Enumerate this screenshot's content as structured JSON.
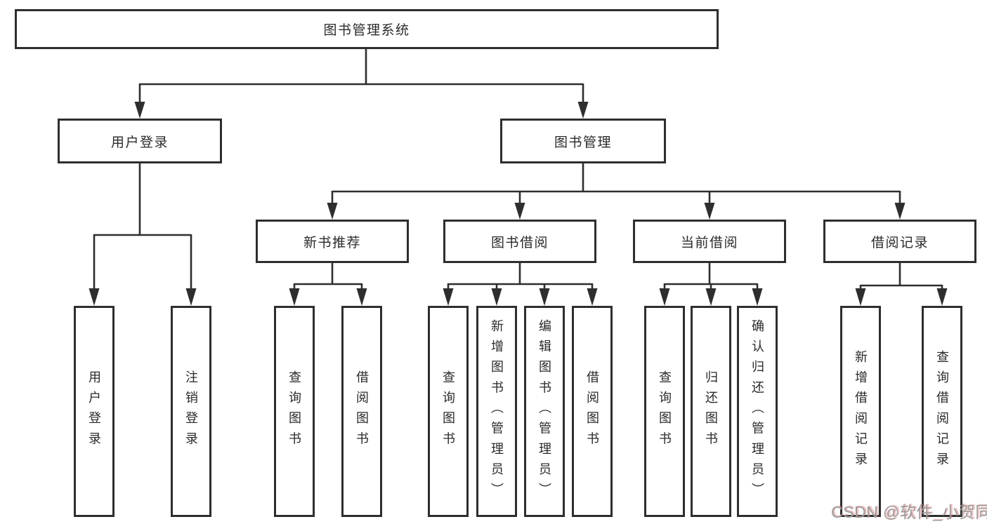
{
  "tree": {
    "root": {
      "label": "图书管理系统"
    },
    "branches": [
      {
        "label": "用户登录",
        "children": [
          {
            "label": "用户登录"
          },
          {
            "label": "注销登录"
          }
        ]
      },
      {
        "label": "图书管理",
        "children": [
          {
            "label": "新书推荐",
            "children": [
              {
                "label": "查询图书"
              },
              {
                "label": "借阅图书"
              }
            ]
          },
          {
            "label": "图书借阅",
            "children": [
              {
                "label": "查询图书"
              },
              {
                "label": "新增图书（管理员）"
              },
              {
                "label": "编辑图书（管理员）"
              },
              {
                "label": "借阅图书"
              }
            ]
          },
          {
            "label": "当前借阅",
            "children": [
              {
                "label": "查询图书"
              },
              {
                "label": "归还图书"
              },
              {
                "label": "确认归还（管理员）"
              }
            ]
          },
          {
            "label": "借阅记录",
            "children": [
              {
                "label": "新增借阅记录"
              },
              {
                "label": "查询借阅记录"
              }
            ]
          }
        ]
      }
    ]
  },
  "watermark": {
    "text": "CSDN @软件_小贺同学"
  },
  "colors": {
    "line": "#2e2e2e",
    "box_border": "#2e2e2e",
    "background": "#ffffff",
    "text": "#2a2a2a",
    "watermark_gray": "#9b9b9b",
    "watermark_red_shadow": "#e08080"
  }
}
